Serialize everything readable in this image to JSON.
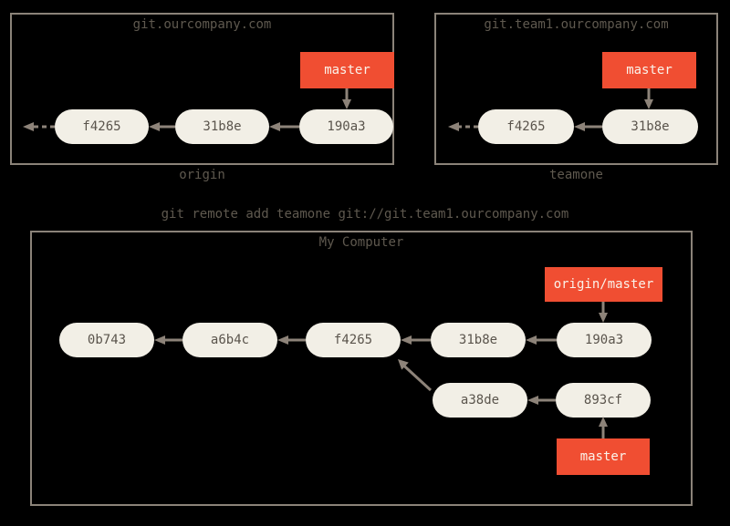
{
  "colors": {
    "background": "#000000",
    "box_border": "#8b8379",
    "arrow": "#8d8379",
    "text": "#5f594f",
    "commit_fill": "#f2efe6",
    "commit_text": "#5a544c",
    "branch_red": "#f04e32",
    "branch_text": "#faf3ea"
  },
  "remotes": [
    {
      "title": "git.ourcompany.com",
      "label": "origin",
      "branch": "master",
      "commits": [
        "f4265",
        "31b8e",
        "190a3"
      ]
    },
    {
      "title": "git.team1.ourcompany.com",
      "label": "teamone",
      "branch": "master",
      "commits": [
        "f4265",
        "31b8e"
      ]
    }
  ],
  "command": "git remote add teamone git://git.team1.ourcompany.com",
  "local": {
    "title": "My Computer",
    "remote_ref": "origin/master",
    "branch": "master",
    "main_commits": [
      "0b743",
      "a6b4c",
      "f4265",
      "31b8e",
      "190a3"
    ],
    "branch_commits": [
      "a38de",
      "893cf"
    ]
  }
}
